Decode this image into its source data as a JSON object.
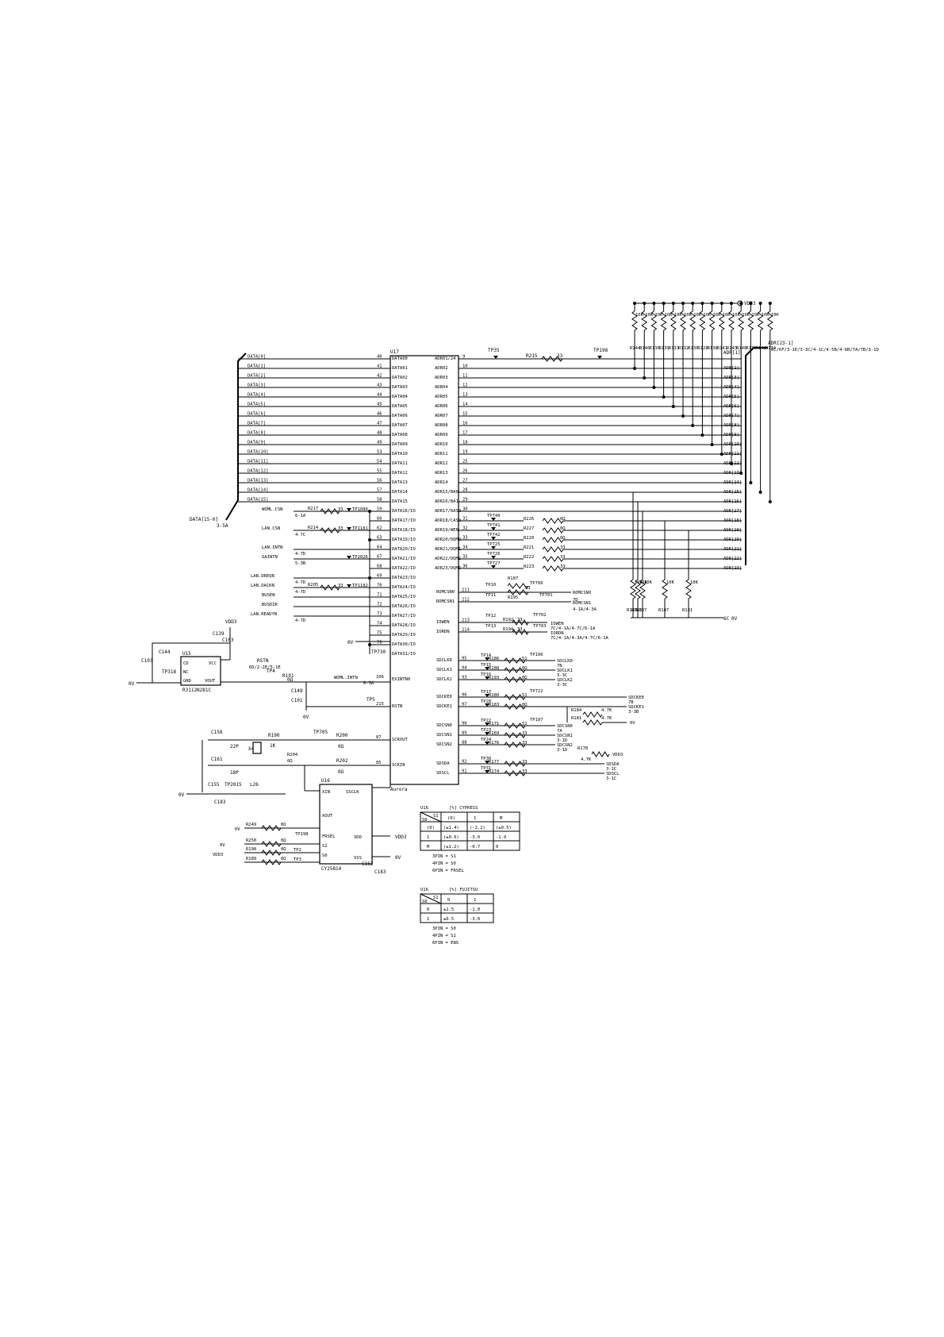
{
  "u17": {
    "ref": "U17",
    "name": "Aurora",
    "left_pins": [
      {
        "sig": "DATA[0]",
        "num": "40",
        "pin": "DATA00"
      },
      {
        "sig": "DATA[1]",
        "num": "41",
        "pin": "DATA01"
      },
      {
        "sig": "DATA[2]",
        "num": "42",
        "pin": "DATA02"
      },
      {
        "sig": "DATA[3]",
        "num": "43",
        "pin": "DATA03"
      },
      {
        "sig": "DATA[4]",
        "num": "44",
        "pin": "DATA04"
      },
      {
        "sig": "DATA[5]",
        "num": "45",
        "pin": "DATA05"
      },
      {
        "sig": "DATA[6]",
        "num": "46",
        "pin": "DATA06"
      },
      {
        "sig": "DATA[7]",
        "num": "47",
        "pin": "DATA07"
      },
      {
        "sig": "DATA[8]",
        "num": "48",
        "pin": "DATA08"
      },
      {
        "sig": "DATA[9]",
        "num": "49",
        "pin": "DATA09"
      },
      {
        "sig": "DATA[10]",
        "num": "53",
        "pin": "DATA10"
      },
      {
        "sig": "DATA[11]",
        "num": "54",
        "pin": "DATA11"
      },
      {
        "sig": "DATA[12]",
        "num": "55",
        "pin": "DATA12"
      },
      {
        "sig": "DATA[13]",
        "num": "56",
        "pin": "DATA13"
      },
      {
        "sig": "DATA[14]",
        "num": "57",
        "pin": "DATA14"
      },
      {
        "sig": "DATA[15]",
        "num": "58",
        "pin": "DATA15"
      },
      {
        "sig": "",
        "num": "59",
        "pin": "DATA16/IO"
      },
      {
        "sig": "",
        "num": "60",
        "pin": "DATA17/IO"
      },
      {
        "sig": "",
        "num": "62",
        "pin": "DATA18/IO"
      },
      {
        "sig": "",
        "num": "63",
        "pin": "DATA19/IO"
      },
      {
        "sig": "",
        "num": "64",
        "pin": "DATA20/IO"
      },
      {
        "sig": "",
        "num": "67",
        "pin": "DATA21/IO"
      },
      {
        "sig": "",
        "num": "68",
        "pin": "DATA22/IO"
      },
      {
        "sig": "",
        "num": "69",
        "pin": "DATA23/IO"
      },
      {
        "sig": "",
        "num": "70",
        "pin": "DATA24/IO"
      },
      {
        "sig": "",
        "num": "71",
        "pin": "DATA25/IO"
      },
      {
        "sig": "",
        "num": "72",
        "pin": "DATA26/IO"
      },
      {
        "sig": "",
        "num": "73",
        "pin": "DATA27/IO"
      },
      {
        "sig": "",
        "num": "74",
        "pin": "DATA28/IO"
      },
      {
        "sig": "",
        "num": "75",
        "pin": "DATA29/IO"
      },
      {
        "sig": "",
        "num": "76",
        "pin": "DATA30/IO"
      },
      {
        "sig": "",
        "num": "",
        "pin": "DATA31/IO"
      }
    ],
    "left_lower": [
      {
        "num": "106",
        "pin": "EXINTN0"
      },
      {
        "num": "215",
        "pin": "RSTN"
      },
      {
        "num": "87",
        "pin": "SCKOUT"
      },
      {
        "num": "85",
        "pin": "SCKIN"
      }
    ],
    "right_pins": [
      {
        "pin": "ADR01/24",
        "num": "9",
        "adr": ""
      },
      {
        "pin": "ADR02",
        "num": "10",
        "adr": "ADR[2]"
      },
      {
        "pin": "ADR03",
        "num": "11",
        "adr": "ADR[3]"
      },
      {
        "pin": "ADR04",
        "num": "12",
        "adr": "ADR[4]"
      },
      {
        "pin": "ADR05",
        "num": "13",
        "adr": "ADR[5]"
      },
      {
        "pin": "ADR06",
        "num": "14",
        "adr": "ADR[6]"
      },
      {
        "pin": "ADR07",
        "num": "15",
        "adr": "ADR[7]"
      },
      {
        "pin": "ADR08",
        "num": "16",
        "adr": "ADR[8]"
      },
      {
        "pin": "ADR09",
        "num": "17",
        "adr": "ADR[9]"
      },
      {
        "pin": "ADR10",
        "num": "18",
        "adr": "ADR[10]"
      },
      {
        "pin": "ADR11",
        "num": "19",
        "adr": "ADR[11]"
      },
      {
        "pin": "ADR12",
        "num": "25",
        "adr": "ADR[12]"
      },
      {
        "pin": "ADR13",
        "num": "26",
        "adr": "ADR[13]"
      },
      {
        "pin": "ADR14",
        "num": "27",
        "adr": "ADR[14]"
      },
      {
        "pin": "ADR15/BA0",
        "num": "28",
        "adr": "ADR[15]"
      },
      {
        "pin": "ADR16/BA1",
        "num": "29",
        "adr": "ADR[16]"
      },
      {
        "pin": "ADR17/RASN",
        "num": "30",
        "adr": "ADR[17]"
      },
      {
        "pin": "ADR18/CASN",
        "num": "31",
        "adr": "ADR[18]"
      },
      {
        "pin": "ADR19/WEN",
        "num": "32",
        "adr": "ADR[19]"
      },
      {
        "pin": "ADR20/DQM0",
        "num": "33",
        "adr": "ADR[20]"
      },
      {
        "pin": "ADR21/DQM1",
        "num": "34",
        "adr": "ADR[21]"
      },
      {
        "pin": "ADR22/DQM2",
        "num": "35",
        "adr": "ADR[22]"
      },
      {
        "pin": "ADR23/DQM3",
        "num": "36",
        "adr": "ADR[23]"
      }
    ],
    "right_lower": [
      {
        "pin": "ROMCSN0",
        "num": "211"
      },
      {
        "pin": "ROMCSN1",
        "num": "212"
      },
      {
        "pin": "IOWEN",
        "num": "213"
      },
      {
        "pin": "IORDN",
        "num": "214"
      },
      {
        "pin": "SDCLK0",
        "num": "95"
      },
      {
        "pin": "SDCLK1",
        "num": "94"
      },
      {
        "pin": "SDCLK2",
        "num": "93"
      },
      {
        "pin": "SDCKE0",
        "num": "96"
      },
      {
        "pin": "SDCKE1",
        "num": "97"
      },
      {
        "pin": "SDCSN0",
        "num": "90"
      },
      {
        "pin": "SDCSN1",
        "num": "89"
      },
      {
        "pin": "SDCSN2",
        "num": "88"
      },
      {
        "pin": "SDSDA",
        "num": "92"
      },
      {
        "pin": "SDSCL",
        "num": "91"
      }
    ]
  },
  "data_bus": {
    "label": "DATA[15-0]",
    "ref": "3-5A"
  },
  "adr_bus": {
    "label": "ADR[23-1]",
    "ref": "6C/6F/3-1E/3-3C/4-1C/4-5B/4-6B/7A/7B/3-1D"
  },
  "adr1_label": "ADR[1]",
  "vdd3": "VDD3",
  "zero_v": "0V",
  "pullups": [
    "R144",
    "R140",
    "R136",
    "R139",
    "R133",
    "R132",
    "R130",
    "R128",
    "R138",
    "R141",
    "R143",
    "R146",
    "R135",
    "R142",
    "R134"
  ],
  "pullups_value": "10K",
  "left_signals": [
    {
      "name": "WOML.CSN",
      "res": "R217",
      "val": "33",
      "tp": "TP1080",
      "ref": "6-1A"
    },
    {
      "name": "LAN.CSN",
      "res": "R214",
      "val": "33",
      "tp": "TP1181",
      "ref": "4-7C"
    },
    {
      "name": "LAN.INTN",
      "ref": "4-7D"
    },
    {
      "name": "GAINTN",
      "tp": "TP2026",
      "ref": "5-3B"
    },
    {
      "name": "LAN.DREQN",
      "ref": "4-7D"
    },
    {
      "name": "LAN.DACKN",
      "res": "R205",
      "val": "33",
      "tp": "TP1182",
      "ref": "4-7D"
    },
    {
      "name": "BUSEN"
    },
    {
      "name": "BUSDIR"
    },
    {
      "name": "LAN.READYN",
      "ref": "4-7D"
    }
  ],
  "tp_data31": "TP730",
  "reset": {
    "u15": "U15",
    "part": "R3112N281C",
    "pins": [
      "CD",
      "NC",
      "GND",
      "VCC",
      "VOUT"
    ],
    "c144": "C144",
    "c103": "C103",
    "c139": "C139",
    "c149": "C149",
    "c101": "C101",
    "c103b": "C103",
    "tp": "TP318",
    "tp4": "TP4",
    "r191": "R191",
    "r191v": "0Ω",
    "rstn": "RSTN",
    "rstn_ref": "6D/2-2E/5-1E",
    "woml_intn": "WOML.INTN",
    "woml_ref": "6-3A",
    "tp_rst": "TP5"
  },
  "clock": {
    "c158": "C158",
    "c158v": "22P",
    "c161": "C161",
    "c161v": "18P",
    "x4": "X4",
    "r190": "R190",
    "r190v": "1K",
    "tp705": "TP705",
    "r200": "R200",
    "r202": "R202",
    "rv": "0Ω",
    "r204": "R204",
    "r204v": "0Ω",
    "tp2015": "TP2015",
    "l26": "L26",
    "c155": "C155",
    "c183": "C183"
  },
  "u16": {
    "ref": "U16",
    "part": "CY25814",
    "pins": [
      "XIN",
      "SSCLK",
      "XOUT",
      "FRSEL",
      "S1",
      "S0",
      "VDD",
      "VSS"
    ],
    "res": [
      {
        "name": "R249",
        "val": "0Ω"
      },
      {
        "name": "R250",
        "val": "0Ω"
      },
      {
        "name": "R198",
        "val": "0Ω"
      },
      {
        "name": "R189",
        "val": "0Ω"
      }
    ],
    "tps": [
      "TP198",
      "TP2",
      "TP3"
    ],
    "c152": "C152",
    "c183": "C183"
  },
  "right_res": {
    "adr01": {
      "tp1": "TP35",
      "res": "R215",
      "val": "33",
      "tp2": "TP198"
    },
    "rows": [
      {
        "tp": "TP740",
        "res": "R226",
        "val": "0Ω"
      },
      {
        "tp": "TP741",
        "res": "R227",
        "val": "0Ω"
      },
      {
        "tp": "TP742",
        "res": "R220",
        "val": "0Ω"
      },
      {
        "tp": "TP725",
        "res": "R221",
        "val": "33"
      },
      {
        "tp": "TP726",
        "res": "R222",
        "val": "33"
      },
      {
        "tp": "TP727",
        "res": "R223",
        "val": "33"
      }
    ]
  },
  "rom": {
    "tp10": "TP10",
    "r187": "R187",
    "r195": "R195",
    "tp11": "TP11",
    "val": "33",
    "tp700": "TP700",
    "tp701": "TP701",
    "out0": "ROMCSN0",
    "ref0": "7D",
    "out1": "ROMCSN1",
    "ref1": "4-1A/4-3A",
    "iowen_tp": "TP12",
    "iowen_res": "R192",
    "iowen_tp2": "TP702",
    "iowen_out": "IOWEN",
    "iowen_ref": "7C/4-1A/4-7C/6-1A",
    "iordn_tp": "TP13",
    "iordn_res": "R194",
    "iordn_tp2": "TP703",
    "iordn_out": "IORDN",
    "iordn_ref": "7C/4-1A/4-3A/4-7C/6-1A"
  },
  "sdclk": {
    "rows": [
      {
        "tp": "TP14",
        "res": "R186",
        "val": "51",
        "out": "SDCLK0",
        "ref": "7B"
      },
      {
        "tp": "TP15",
        "res": "R188",
        "val": "0Ω",
        "out": "SDCLK1",
        "ref": "3-3C"
      },
      {
        "tp": "TP16",
        "res": "R193",
        "val": "0Ω",
        "out": "SDCLK2",
        "ref": "3-3C"
      }
    ],
    "tp196": "TP196"
  },
  "sdcke": {
    "rows": [
      {
        "tp": "TP17",
        "res": "R180",
        "val": "51",
        "out": "SDCKE0",
        "ref": "7B"
      },
      {
        "tp": "TP20",
        "res": "R183",
        "val": "0Ω",
        "out": "SDCKE1",
        "ref": "3-3B"
      }
    ],
    "tp722": "TP722",
    "r184": "R184",
    "r181": "R181",
    "rv": "4.7K"
  },
  "sdcsn": {
    "rows": [
      {
        "tp": "TP22",
        "res": "R171",
        "val": "51",
        "out": "SDCSN0",
        "ref": "7A"
      },
      {
        "tp": "TP23",
        "res": "R169",
        "val": "33",
        "out": "SDCSN1",
        "ref": "3-1D"
      },
      {
        "tp": "TP24",
        "res": "R176",
        "val": "33",
        "out": "SDCSN2",
        "ref": "3-1D"
      }
    ],
    "tp197": "TP197"
  },
  "sdsda": {
    "rows": [
      {
        "tp": "TP30",
        "res": "R177",
        "val": "33",
        "out": "SDSDA",
        "ref": "3-1C"
      },
      {
        "tp": "TP31",
        "res": "R174",
        "val": "33",
        "out": "SDSCL",
        "ref": "3-1C"
      }
    ],
    "r178": "R178",
    "r178v": "4.7K"
  },
  "pulldowns": {
    "names": [
      "R145",
      "R148",
      "R137",
      "R147",
      "R131"
    ],
    "val": "10K",
    "ref": "6C"
  },
  "table_cypress": {
    "ref": "U16",
    "maker": "[%] CYPRESS",
    "corner_top": "S1",
    "corner_bot": "S0",
    "cols": [
      "(0)",
      "1",
      "M"
    ],
    "rows": [
      {
        "h": "(0)",
        "c": [
          "(±1.4)",
          "(-2.2)",
          "(±0.5)"
        ]
      },
      {
        "h": "1",
        "c": [
          "(±0.6)",
          "-3.0",
          "-1.9"
        ]
      },
      {
        "h": "M",
        "c": [
          "(±1.2)",
          "-0.7",
          "0"
        ]
      }
    ],
    "notes": [
      "3PIN = S1",
      "4PIN = S0",
      "6PIN = FRSEL"
    ]
  },
  "table_fujitsu": {
    "ref": "U16",
    "maker": "[%] FUJITSU",
    "corner_top": "S1",
    "corner_bot": "S0",
    "cols": [
      "0",
      "1"
    ],
    "rows": [
      {
        "h": "0",
        "c": [
          "±1.5",
          "-1.0"
        ]
      },
      {
        "h": "1",
        "c": [
          "±0.5",
          "-3.0"
        ]
      }
    ],
    "notes": [
      "3PIN = S0",
      "4PIN = S1",
      "6PIN = ENS"
    ]
  }
}
